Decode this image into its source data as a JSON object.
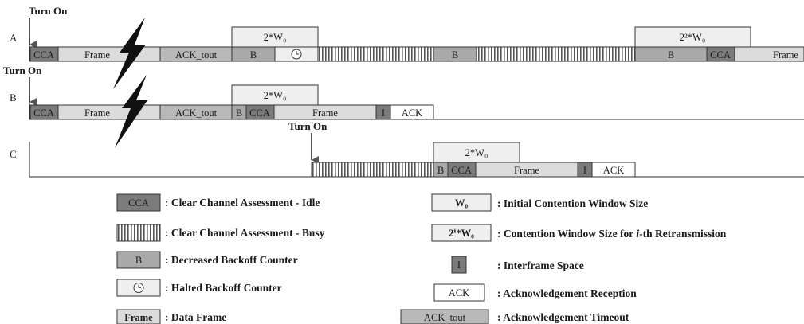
{
  "colors": {
    "cca_fill": "#7b7b7b",
    "backoff_fill": "#a9a9a9",
    "frame_fill": "#dcdcdc",
    "window_fill": "#efefef",
    "ack_tout_fill": "#b9b9b9",
    "white": "#ffffff",
    "line": "#2a2a2a"
  },
  "labels": {
    "turn_on": "Turn On",
    "lane_a": "A",
    "lane_b": "B",
    "lane_c": "C"
  },
  "blocks": {
    "cca": "CCA",
    "frame": "Frame",
    "ack_tout": "ACK_tout",
    "backoff": "B",
    "ifs": "I",
    "ack": "ACK",
    "window_2w0": "2*W₀",
    "window_22w0": "2²*W₀"
  },
  "legend": {
    "cca_idle": ": Clear Channel Assessment - Idle",
    "cca_busy": ": Clear Channel Assessment - Busy",
    "decreased_backoff": ": Decreased Backoff Counter",
    "halted_backoff": ": Halted Backoff Counter",
    "data_frame": ": Data Frame",
    "w0_sym": "W₀",
    "w0_desc": ": Initial Contention Window Size",
    "wi_sym": "2ⁱ*W₀",
    "wi_desc_pre": ": Contention Window Size for ",
    "wi_desc_i": "i",
    "wi_desc_post": "-th Retransmission",
    "ifs_desc": ": Interframe Space",
    "ack_desc": ": Acknowledgement Reception",
    "ack_tout_desc": ": Acknowledgement Timeout"
  }
}
